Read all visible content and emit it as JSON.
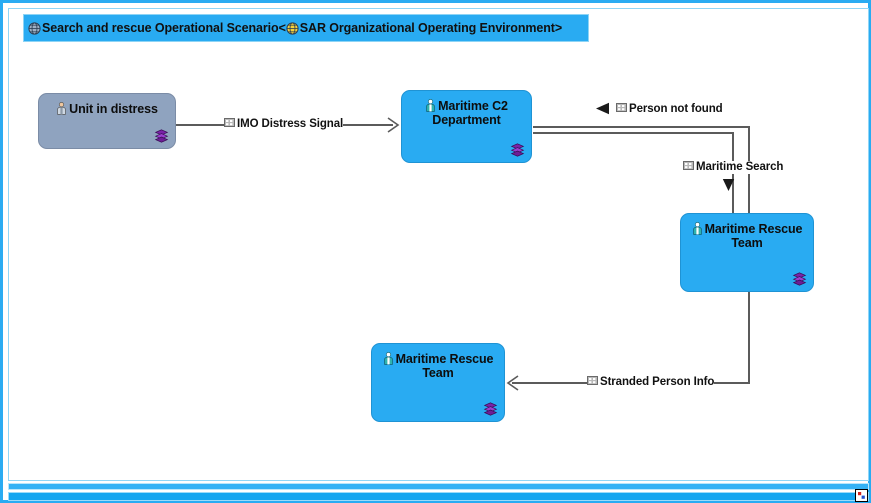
{
  "window": {
    "accent_color": "#29ABF2",
    "canvas_background": "#FFFFFF"
  },
  "diagram": {
    "title_prefix": "Search and rescue Operational Scenario<",
    "title_suffix": "SAR Organizational Operating Environment>",
    "title_bar_icon": "globe-grey-icon",
    "title_inline_icon": "globe-yellow-icon",
    "title_bar_color": "#29ABF2"
  },
  "nodes": [
    {
      "id": "unit-in-distress",
      "label": "Unit in distress",
      "fill": "#8FA3BF",
      "icon": "person-icon",
      "corner_icon": "stacked-layers-icon"
    },
    {
      "id": "maritime-c2-department",
      "label_line1": "Maritime C2",
      "label_line2": "Department",
      "fill": "#29ABF2",
      "icon": "person-icon",
      "corner_icon": "stacked-layers-icon"
    },
    {
      "id": "maritime-rescue-team-right",
      "label_line1": "Maritime Rescue",
      "label_line2": "Team",
      "fill": "#29ABF2",
      "icon": "person-icon",
      "corner_icon": "stacked-layers-icon"
    },
    {
      "id": "maritime-rescue-team-bottom",
      "label_line1": "Maritime Rescue",
      "label_line2": "Team",
      "fill": "#29ABF2",
      "icon": "person-icon",
      "corner_icon": "stacked-layers-icon"
    }
  ],
  "connectors": [
    {
      "id": "imo-distress-signal",
      "label": "IMO Distress Signal",
      "icon": "message-icon",
      "from": "unit-in-distress",
      "to": "maritime-c2-department",
      "arrow": "open-right"
    },
    {
      "id": "person-not-found",
      "label": "Person not found",
      "icon": "message-icon",
      "from": "maritime-rescue-team-right",
      "to": "maritime-c2-department",
      "arrow": "filled-left"
    },
    {
      "id": "maritime-search",
      "label": "Maritime Search",
      "icon": "message-icon",
      "from": "maritime-c2-department",
      "to": "maritime-rescue-team-right",
      "arrow": "filled-down"
    },
    {
      "id": "stranded-person-info",
      "label": "Stranded Person Info",
      "icon": "message-icon",
      "from": "maritime-rescue-team-right",
      "to": "maritime-rescue-team-bottom",
      "arrow": "open-left"
    }
  ],
  "scrollbars": {
    "horizontal_upper": "horizontal-scrollbar-upper",
    "horizontal_lower": "horizontal-scrollbar-lower",
    "resize_grip": "resize-grip-icon"
  }
}
